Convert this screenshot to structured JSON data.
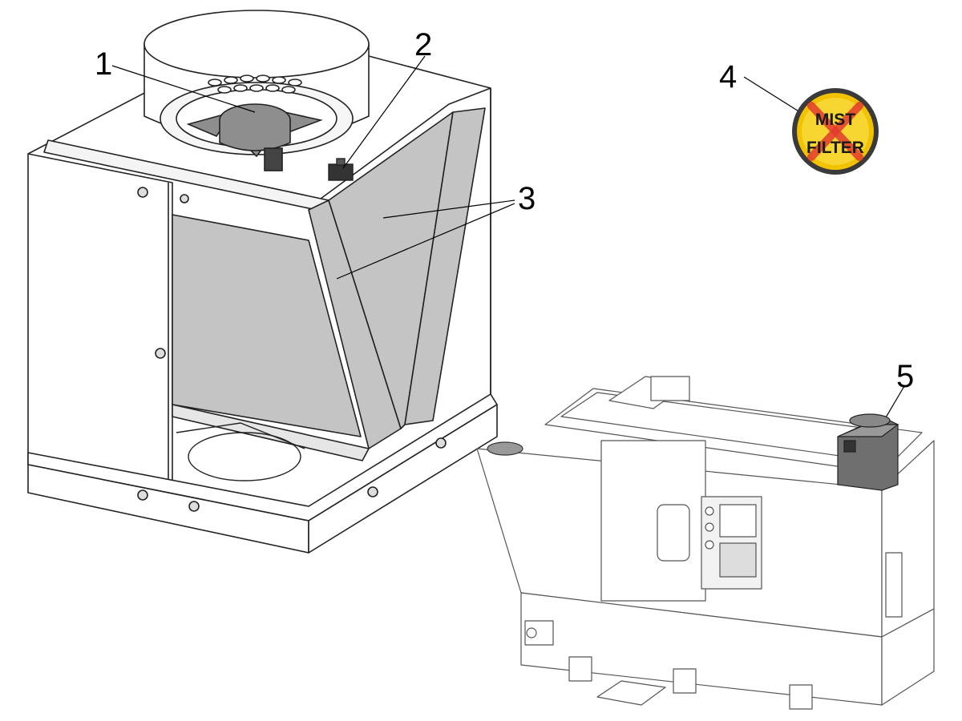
{
  "callouts": {
    "c1": "1",
    "c2": "2",
    "c3": "3",
    "c4": "4",
    "c5": "5"
  },
  "badge": {
    "line1": "MIST",
    "line2": "FILTER",
    "ring_color": "#f2c200",
    "cross_color": "#e23b2e"
  },
  "colors": {
    "stroke": "#222222",
    "filter_fill": "#c4c4c4",
    "fan_fill": "#8e8e8e",
    "machine_stroke": "#555555",
    "unit_fill": "#6f6f6f"
  }
}
